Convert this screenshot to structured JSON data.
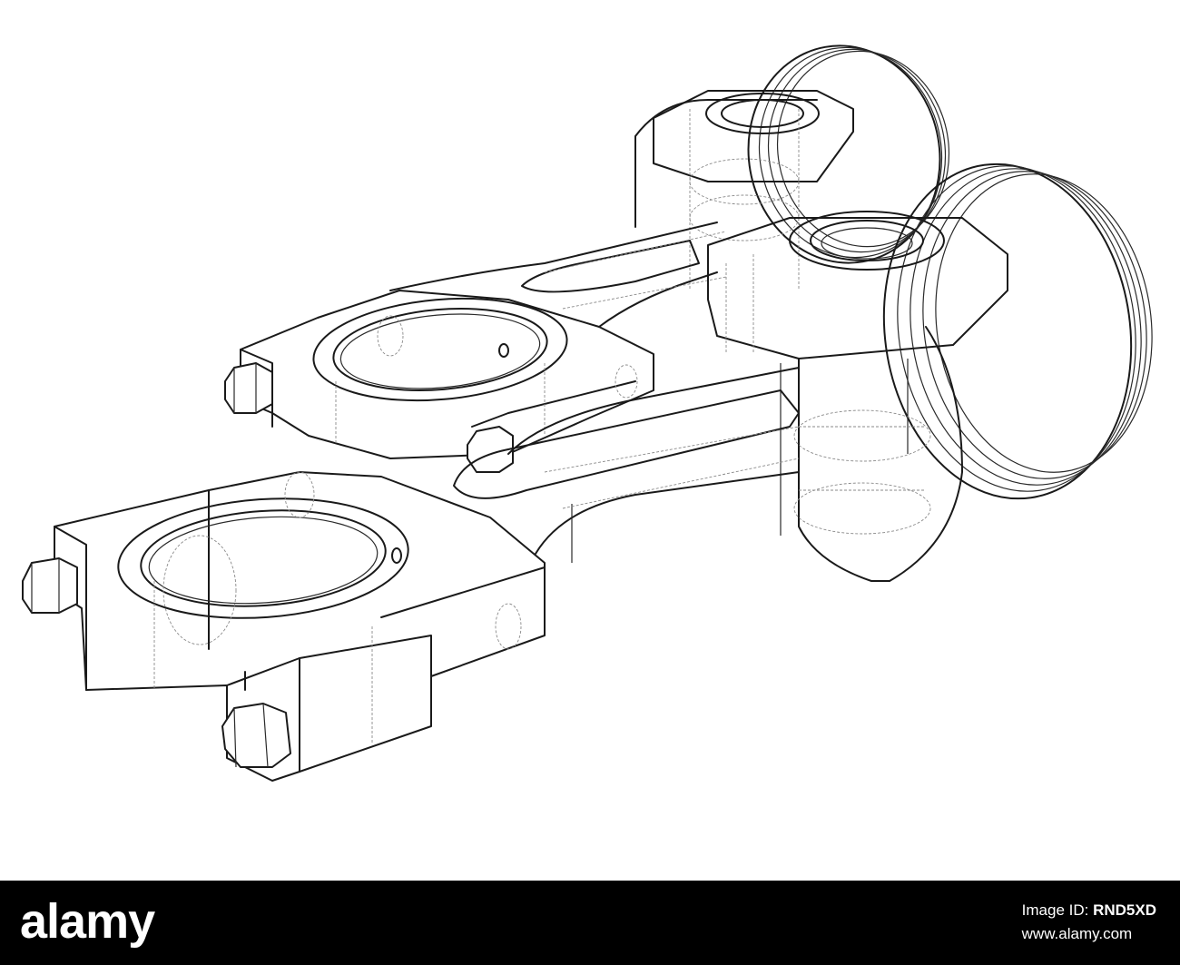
{
  "footer": {
    "brand": "alamy",
    "image_id_label": "Image ID:",
    "image_id": "RND5XD",
    "url": "www.alamy.com"
  },
  "drawing": {
    "subject": "connecting-rod-piston-wireframe",
    "line_color": "#1a1a1a",
    "hidden_line_color": "#8a8a8a",
    "background": "#ffffff"
  }
}
